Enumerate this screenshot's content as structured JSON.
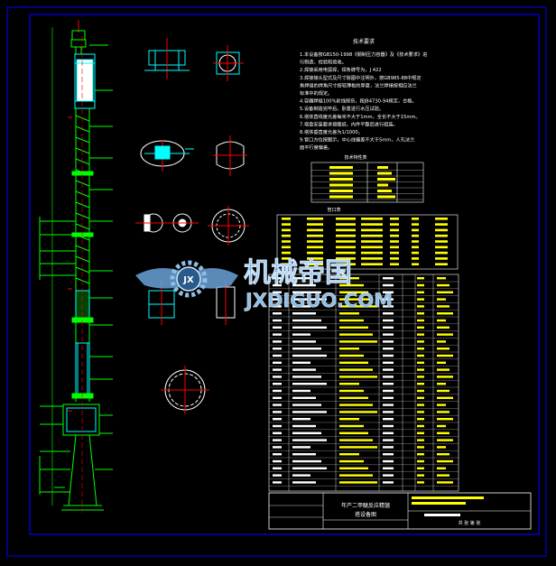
{
  "colors": {
    "background": "#000000",
    "border": "#0000ff",
    "tower": "#00ff00",
    "detail": "#00ffff",
    "table_text": "#ffff00",
    "note_text": "#ffffff",
    "marker": "#ff0000",
    "watermark": "#6aa3d8"
  },
  "watermark": {
    "cn": "机械帝国",
    "en": "JXDIGUO.COM",
    "logo_letters": "JX"
  },
  "notes": {
    "title": "技术要求",
    "lines": [
      "1.本设备按GB150-1998《钢制压力容器》及《技术要求》进",
      "行制造、检验和验收。",
      "2.焊接采用电弧焊，焊条牌号为，J 422",
      "3.焊接接头型式及尺寸除图中注明外，按GB985-88中规定",
      "角焊缝的焊角尺寸按较薄板的厚度，法兰焊接按相应法兰",
      "标准中的规定。",
      "4.容器焊缝100%射线探伤，按JB4730-94规定，合格。",
      "5.设备制造完毕后，卧置进行水压试验。",
      "6.塔体直线度允差每米不大于1mm，全长不大于15mm。",
      "7.塔盘安装要求按图纸，内件平整后进行组装。",
      "8.塔体垂直度允差为1/1000。",
      "9.管口方位按图示，中心线偏差不大于5mm，人孔法兰",
      "面平行度偏差。"
    ]
  },
  "spec_table": {
    "title": "技术特性表"
  },
  "nozzle_table": {
    "title": "管口表"
  },
  "title_block": {
    "drawing_name": "年产二甲醚反应精馏",
    "drawing_subtitle": "塔设备图",
    "sheet_label": "共 张 第 张"
  }
}
